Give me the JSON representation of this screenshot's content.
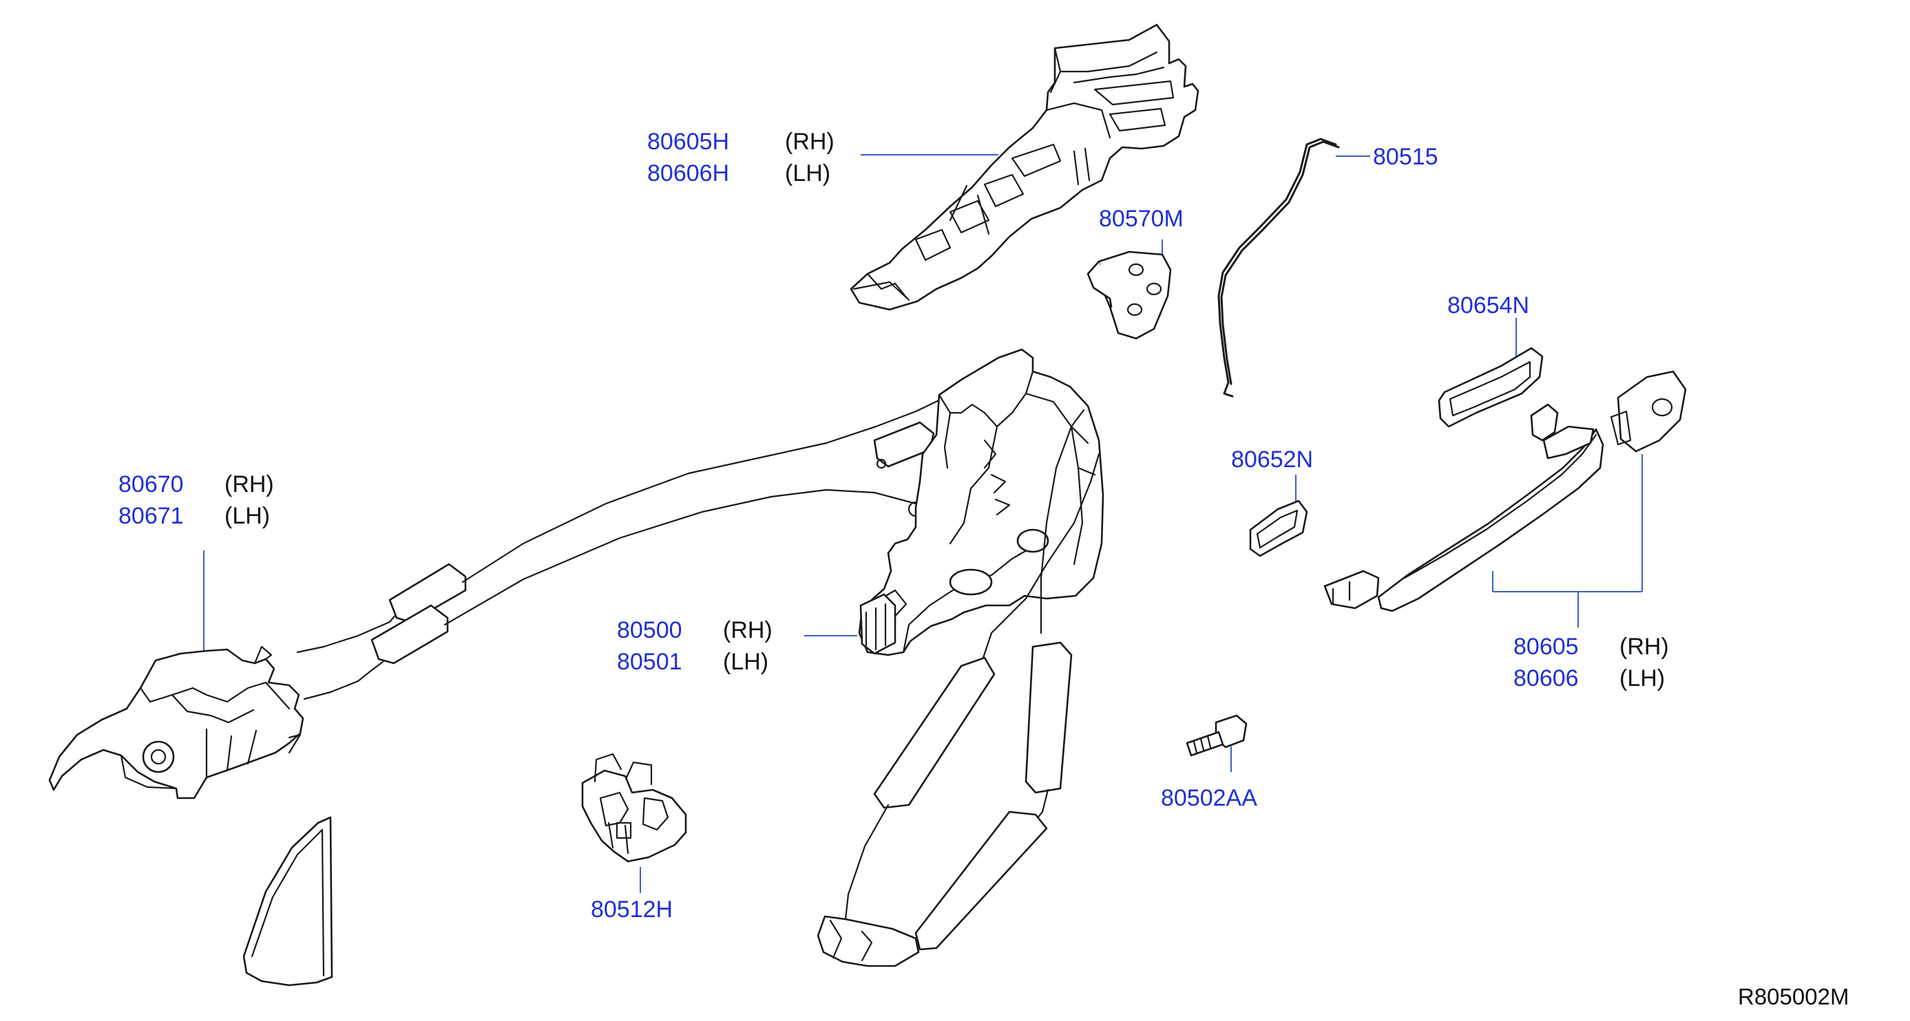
{
  "labels": {
    "handle_bracket": {
      "pn_rh": "80605H",
      "side_rh": "(RH)",
      "pn_lh": "80606H",
      "side_lh": "(LH)"
    },
    "rod": {
      "pn": "80515"
    },
    "plate": {
      "pn": "80570M"
    },
    "gasket_rear": {
      "pn": "80654N"
    },
    "gasket_front": {
      "pn": "80652N"
    },
    "remote_control": {
      "pn_rh": "80670",
      "side_rh": "(RH)",
      "pn_lh": "80671",
      "side_lh": "(LH)"
    },
    "lock_assy": {
      "pn_rh": "80500",
      "side_rh": "(RH)",
      "pn_lh": "80501",
      "side_lh": "(LH)"
    },
    "outside_handle": {
      "pn_rh": "80605",
      "side_rh": "(RH)",
      "pn_lh": "80606",
      "side_lh": "(LH)"
    },
    "screw": {
      "pn": "80502AA"
    },
    "clip": {
      "pn": "80512H"
    }
  },
  "reference_code": "R805002M",
  "colors": {
    "part_number": "#1f2fd6",
    "leader_line": "#3a60c8",
    "linework": "#1a1a1a"
  }
}
